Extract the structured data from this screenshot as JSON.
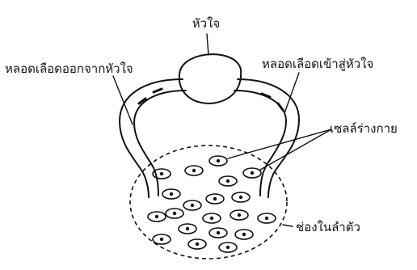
{
  "labels": {
    "heart": "หัวใจ",
    "artery": "หลอดเลือดออกจากหัวใจ",
    "vein": "หลอดเลือดเข้าสู่หัวใจ",
    "cells": "เซลล์ร่างกาย",
    "body_cavity": "ช่องในลำตัว"
  }
}
